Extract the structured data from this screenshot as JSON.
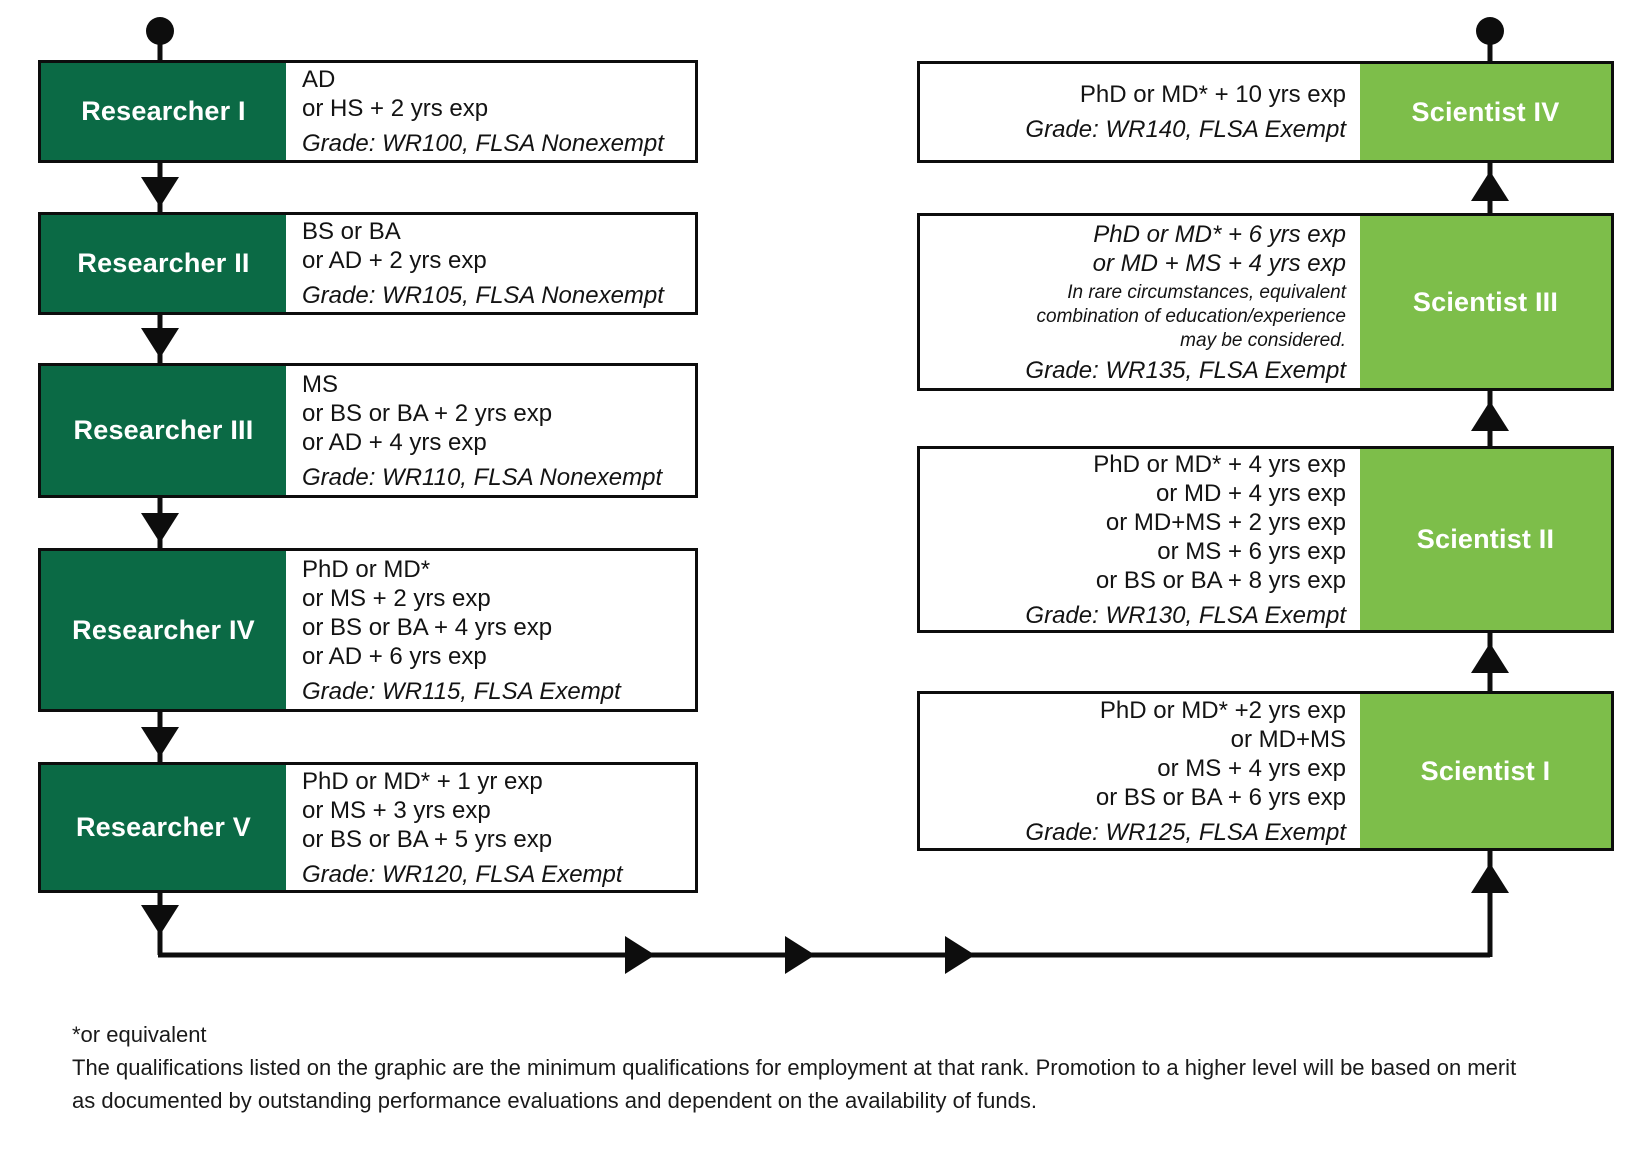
{
  "palette": {
    "researcher_green": "#0B6A45",
    "scientist_green": "#7DBE4A",
    "line_black": "#0d0d0d",
    "text_color": "#131313"
  },
  "researchers": [
    {
      "title": "Researcher I",
      "lines": [
        "AD",
        "or HS + 2 yrs exp"
      ],
      "grade": "Grade: WR100, FLSA Nonexempt"
    },
    {
      "title": "Researcher II",
      "lines": [
        "BS or BA",
        "or AD + 2 yrs exp"
      ],
      "grade": "Grade: WR105, FLSA Nonexempt"
    },
    {
      "title": "Researcher III",
      "lines": [
        "MS",
        "or BS or BA + 2 yrs exp",
        "or AD + 4 yrs exp"
      ],
      "grade": "Grade: WR110, FLSA Nonexempt"
    },
    {
      "title": "Researcher IV",
      "lines": [
        "PhD or MD*",
        "or MS + 2 yrs exp",
        "or BS or BA + 4 yrs exp",
        "or AD + 6 yrs exp"
      ],
      "grade": "Grade: WR115, FLSA Exempt"
    },
    {
      "title": "Researcher V",
      "lines": [
        "PhD or MD* + 1 yr exp",
        "or MS + 3 yrs exp",
        "or BS or BA + 5 yrs exp"
      ],
      "grade": "Grade: WR120, FLSA Exempt"
    }
  ],
  "scientists": [
    {
      "title": "Scientist IV",
      "lines": [
        "PhD or MD* + 10 yrs exp"
      ],
      "grade": "Grade: WR140, FLSA Exempt"
    },
    {
      "title": "Scientist III",
      "lines": [
        "PhD or MD* + 6 yrs exp",
        "or MD + MS + 4 yrs exp"
      ],
      "note": "In rare circumstances, equivalent combination of education/experience may be considered.",
      "grade": "Grade: WR135, FLSA Exempt"
    },
    {
      "title": "Scientist II",
      "lines": [
        "PhD or MD* + 4 yrs exp",
        "or MD + 4 yrs exp",
        "or MD+MS + 2 yrs exp",
        "or MS + 6 yrs exp",
        "or BS or BA + 8 yrs exp"
      ],
      "grade": "Grade: WR130, FLSA Exempt"
    },
    {
      "title": "Scientist I",
      "lines": [
        "PhD or MD* +2 yrs exp",
        "or MD+MS",
        "or MS + 4 yrs exp",
        "or BS or BA + 6 yrs exp"
      ],
      "grade": "Grade: WR125, FLSA Exempt"
    }
  ],
  "footnote": {
    "line1": "*or equivalent",
    "line2": "The qualifications listed on the graphic are the minimum qualifications for employment at that rank. Promotion to a higher level will be based on merit",
    "line3": "as documented by outstanding performance evaluations and dependent on the availability of funds."
  }
}
